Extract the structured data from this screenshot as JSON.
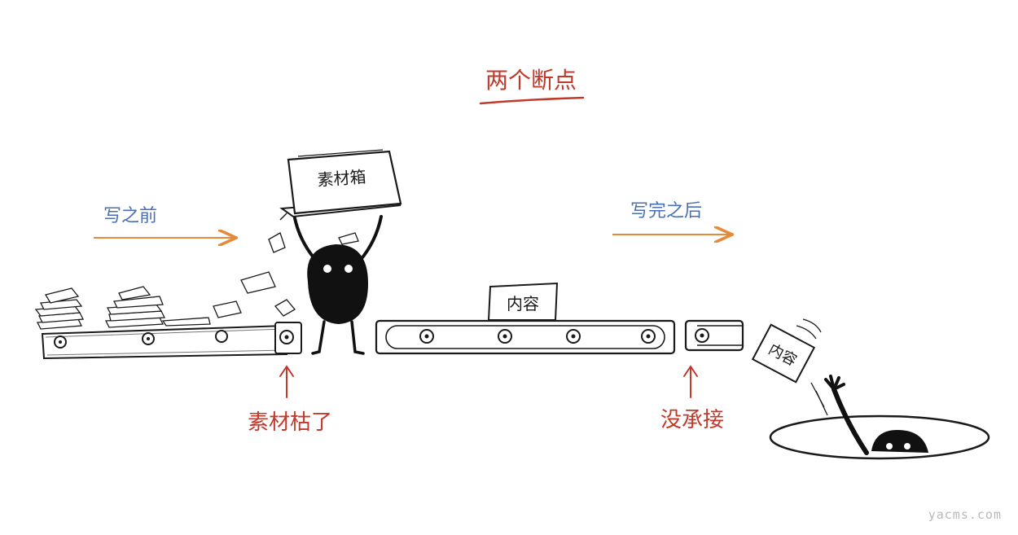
{
  "title": "两个断点",
  "labels": {
    "before": "写之前",
    "after": "写完之后",
    "box": "素材箱",
    "content_card": "内容",
    "falling_card": "内容",
    "break_one": "素材枯了",
    "break_two": "没承接"
  },
  "watermark": "yacms.com",
  "colors": {
    "title_red": "#c0392b",
    "phase_blue": "#4a6fb3",
    "arrow_orange": "#e58a3a",
    "ink": "#1a1a1a"
  }
}
